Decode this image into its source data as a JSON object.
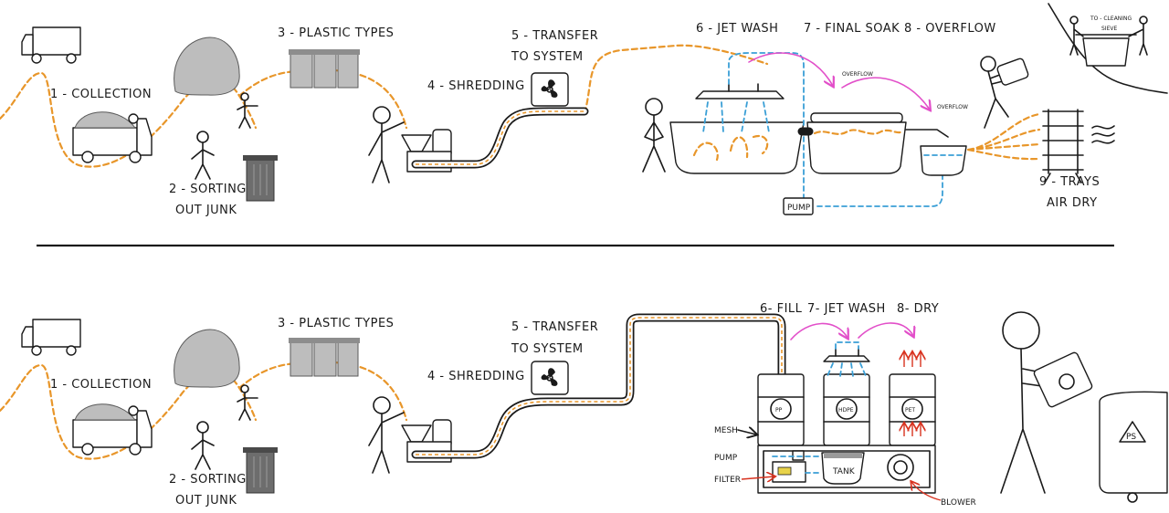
{
  "top": {
    "collection": "1 - COLLECTION",
    "sorting_1": "2 - SORTING",
    "sorting_2": "OUT JUNK",
    "plastic_types": "3 - PLASTIC TYPES",
    "shredding": "4 - SHREDDING",
    "transfer_1": "5 - TRANSFER",
    "transfer_2": "TO SYSTEM",
    "jet_wash": "6 - JET WASH",
    "final_soak": "7 - FINAL SOAK",
    "overflow": "8 - OVERFLOW",
    "overflow_small_1": "OVERFLOW",
    "overflow_small_2": "OVERFLOW",
    "pump": "PUMP",
    "trays_1": "9 - TRAYS",
    "trays_2": "AIR DRY",
    "sieve_1": "TO - CLEANING",
    "sieve_2": "SIEVE"
  },
  "bottom": {
    "collection": "1 - COLLECTION",
    "sorting_1": "2 - SORTING",
    "sorting_2": "OUT JUNK",
    "plastic_types": "3 - PLASTIC TYPES",
    "shredding": "4 - SHREDDING",
    "transfer_1": "5 - TRANSFER",
    "transfer_2": "TO SYSTEM",
    "fill": "6- FILL",
    "jet_wash": "7- JET WASH",
    "dry": "8- DRY",
    "mesh": "MESH",
    "pump": "PUMP",
    "filter": "FILTER",
    "tank": "TANK",
    "blower": "BLOWER",
    "drum_1": "PP",
    "drum_2": "HDPE",
    "drum_3": "PET",
    "bin": "PS"
  },
  "colors": {
    "ink": "#1a1a1a",
    "plastic_flow": "#e8962a",
    "water_flow": "#3a9fd6",
    "transfer_arrow": "#e24fc9",
    "heat": "#d8321f"
  }
}
